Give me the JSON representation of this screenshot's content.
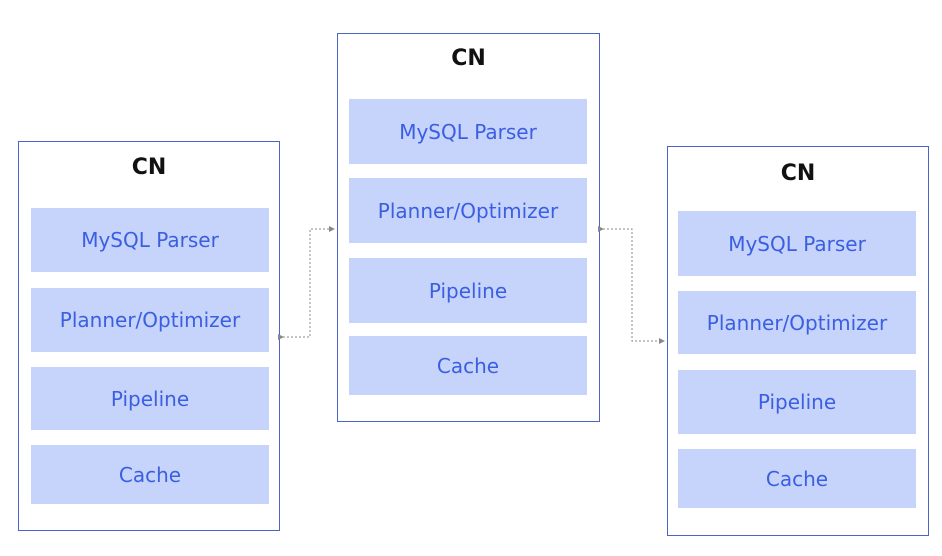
{
  "nodes": [
    {
      "id": "left",
      "title": "CN",
      "modules": [
        "MySQL Parser",
        "Planner/Optimizer",
        "Pipeline",
        "Cache"
      ]
    },
    {
      "id": "center",
      "title": "CN",
      "modules": [
        "MySQL Parser",
        "Planner/Optimizer",
        "Pipeline",
        "Cache"
      ]
    },
    {
      "id": "right",
      "title": "CN",
      "modules": [
        "MySQL Parser",
        "Planner/Optimizer",
        "Pipeline",
        "Cache"
      ]
    }
  ],
  "colors": {
    "border": "#4a64c8",
    "module_fill": "#c6d3fb",
    "module_text": "#3a5fe0",
    "connector": "#888888"
  }
}
